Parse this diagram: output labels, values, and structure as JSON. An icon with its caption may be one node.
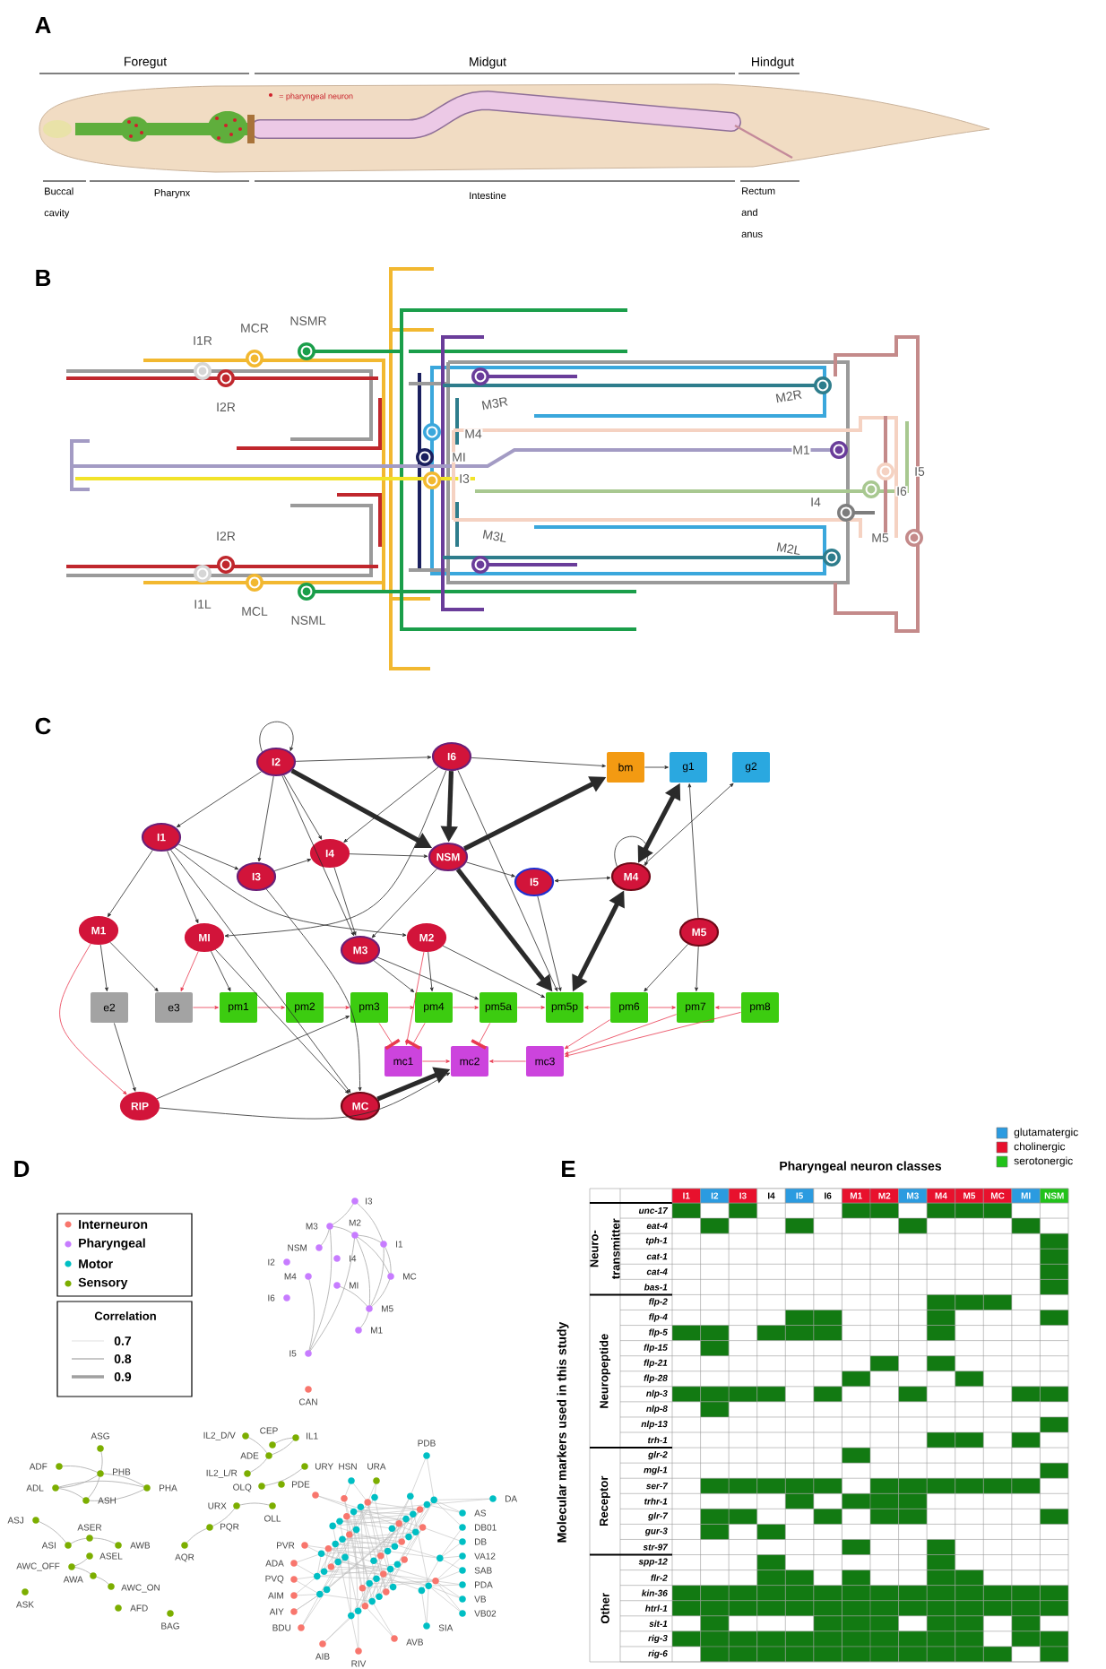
{
  "diagram": {
    "nodes": [
      {
        "text": [
          "I2"
        ]
      },
      {
        "text": [
          "I6"
        ]
      },
      {
        "text": [
          "bm"
        ]
      },
      {
        "text": [
          "g1"
        ]
      },
      {
        "text": [
          "g2"
        ]
      },
      {
        "text": [
          "I1"
        ]
      },
      {
        "text": [
          "I4"
        ]
      },
      {
        "text": [
          "NSM"
        ]
      },
      {
        "text": [
          "I3"
        ]
      },
      {
        "text": [
          "I5"
        ]
      },
      {
        "text": [
          "M4"
        ]
      },
      {
        "text": [
          "M1"
        ]
      },
      {
        "text": [
          "MI"
        ]
      },
      {
        "text": [
          "M3"
        ]
      },
      {
        "text": [
          "M2"
        ]
      },
      {
        "text": [
          "M5"
        ]
      },
      {
        "text": [
          "e2"
        ]
      },
      {
        "text": [
          "e3"
        ]
      },
      {
        "text": [
          "pm1"
        ]
      },
      {
        "text": [
          "pm2"
        ]
      },
      {
        "text": [
          "pm3"
        ]
      },
      {
        "text": [
          "pm4"
        ]
      },
      {
        "text": [
          "pm5a"
        ]
      },
      {
        "text": [
          "pm5p"
        ]
      },
      {
        "text": [
          "pm6"
        ]
      },
      {
        "text": [
          "pm7"
        ]
      },
      {
        "text": [
          "pm8"
        ]
      },
      {
        "text": [
          "mc1"
        ]
      },
      {
        "text": [
          "mc2"
        ]
      },
      {
        "text": [
          "mc3"
        ]
      },
      {
        "text": [
          "RIP"
        ]
      },
      {
        "text": [
          "MC"
        ]
      }
    ],
    "edges": [
      {
        "from": 0,
        "to": 0,
        "arrow": "to"
      },
      {
        "from": 0,
        "to": 7,
        "arrow": "to",
        "style": "thick"
      },
      {
        "from": 0,
        "to": 5,
        "arrow": "to"
      },
      {
        "from": 0,
        "to": 6,
        "arrow": "to"
      },
      {
        "from": 0,
        "to": 1,
        "arrow": "to"
      },
      {
        "from": 0,
        "to": 13,
        "arrow": "to"
      },
      {
        "from": 1,
        "to": 2,
        "arrow": "to"
      },
      {
        "from": 1,
        "to": 7,
        "arrow": "to",
        "style": "thick"
      },
      {
        "from": 1,
        "to": 12,
        "arrow": "to"
      },
      {
        "from": 7,
        "to": 2,
        "arrow": "to",
        "style": "thick"
      },
      {
        "from": 7,
        "to": 23,
        "arrow": "to",
        "style": "thick"
      },
      {
        "from": 10,
        "to": 3,
        "arrow": "both",
        "style": "thick"
      },
      {
        "from": 10,
        "to": 23,
        "arrow": "both",
        "style": "thick"
      },
      {
        "from": 10,
        "to": 10,
        "arrow": "to"
      },
      {
        "from": 5,
        "to": 8,
        "arrow": "to"
      },
      {
        "from": 5,
        "to": 11,
        "arrow": "to"
      },
      {
        "from": 5,
        "to": 12,
        "arrow": "to"
      },
      {
        "from": 5,
        "to": 31,
        "arrow": "to"
      },
      {
        "from": 5,
        "to": 14,
        "arrow": "to"
      },
      {
        "from": 6,
        "to": 13,
        "arrow": "to"
      },
      {
        "from": 6,
        "to": 7,
        "arrow": "to"
      },
      {
        "from": 8,
        "to": 6,
        "arrow": "to"
      },
      {
        "from": 8,
        "to": 31,
        "arrow": "to"
      },
      {
        "from": 7,
        "to": 13,
        "arrow": "to"
      },
      {
        "from": 7,
        "to": 9,
        "arrow": "to"
      },
      {
        "from": 9,
        "to": 10,
        "arrow": "both"
      },
      {
        "from": 9,
        "to": 23,
        "arrow": "to"
      },
      {
        "from": 15,
        "to": 3,
        "arrow": "to"
      },
      {
        "from": 15,
        "to": 24,
        "arrow": "to"
      },
      {
        "from": 15,
        "to": 25,
        "arrow": "to"
      },
      {
        "from": 2,
        "to": 3,
        "arrow": "to"
      },
      {
        "from": 11,
        "to": 16,
        "arrow": "to"
      },
      {
        "from": 11,
        "to": 17,
        "arrow": "to"
      },
      {
        "from": 12,
        "to": 17,
        "arrow": "to",
        "color": "#e8384f"
      },
      {
        "from": 12,
        "to": 18,
        "arrow": "to"
      },
      {
        "from": 13,
        "to": 21,
        "arrow": "to"
      },
      {
        "from": 13,
        "to": 22,
        "arrow": "to"
      },
      {
        "from": 14,
        "to": 21,
        "arrow": "to"
      },
      {
        "from": 14,
        "to": 23,
        "arrow": "to"
      },
      {
        "from": 16,
        "to": 30,
        "arrow": "to"
      },
      {
        "from": 11,
        "to": 30,
        "arrow": "to",
        "color": "#e8384f"
      },
      {
        "from": 30,
        "to": 20,
        "arrow": "to"
      },
      {
        "from": 30,
        "to": 28,
        "arrow": "to"
      },
      {
        "from": 31,
        "to": 28,
        "arrow": "to",
        "style": "thick"
      },
      {
        "from": 17,
        "to": 18,
        "arrow": "to",
        "color": "#e8384f"
      },
      {
        "from": 18,
        "to": 19,
        "arrow": "to",
        "color": "#e8384f"
      },
      {
        "from": 19,
        "to": 20,
        "arrow": "to",
        "color": "#e8384f"
      },
      {
        "from": 20,
        "to": 21,
        "arrow": "to",
        "color": "#e8384f"
      },
      {
        "from": 21,
        "to": 22,
        "arrow": "to",
        "color": "#e8384f"
      },
      {
        "from": 22,
        "to": 23,
        "arrow": "to",
        "color": "#e8384f"
      },
      {
        "from": 24,
        "to": 23,
        "arrow": "to",
        "color": "#e8384f"
      },
      {
        "from": 24,
        "to": 25,
        "arrow": "to",
        "color": "#e8384f"
      },
      {
        "from": 26,
        "to": 25,
        "arrow": "to",
        "color": "#e8384f"
      },
      {
        "from": 20,
        "to": 27,
        "arrow": "other",
        "color": "#e8384f"
      },
      {
        "from": 21,
        "to": 27,
        "arrow": "other",
        "color": "#e8384f"
      },
      {
        "from": 22,
        "to": 28,
        "arrow": "other",
        "color": "#e8384f"
      },
      {
        "from": 27,
        "to": 28,
        "arrow": "to",
        "color": "#e8384f"
      },
      {
        "from": 29,
        "to": 28,
        "arrow": "to",
        "color": "#e8384f"
      },
      {
        "from": 24,
        "to": 29,
        "arrow": "to",
        "color": "#e8384f"
      },
      {
        "from": 25,
        "to": 29,
        "arrow": "to",
        "color": "#e8384f"
      },
      {
        "from": 26,
        "to": 29,
        "arrow": "to",
        "color": "#e8384f"
      },
      {
        "from": 10,
        "to": 4,
        "arrow": "to"
      },
      {
        "from": 14,
        "to": 27,
        "arrow": "to",
        "color": "#e8384f"
      },
      {
        "from": 12,
        "to": 31,
        "arrow": "to"
      },
      {
        "from": 1,
        "to": 23,
        "arrow": "to"
      },
      {
        "from": 0,
        "to": 8,
        "arrow": "to"
      },
      {
        "from": 1,
        "to": 6,
        "arrow": "to"
      }
    ],
    "labels": [
      "A",
      "Foregut",
      "Midgut",
      "Hindgut",
      "= pharyngeal neuron",
      "Buccal cavity",
      "Pharynx",
      "Intestine",
      "Rectum and anus",
      "B",
      "I1R",
      "MCR",
      "NSMR",
      "I2R",
      "M3R",
      "M2R",
      "M4",
      "MI",
      "M1",
      "I3",
      "I5",
      "I6",
      "I4",
      "I2R",
      "M3L",
      "M2L",
      "M5",
      "I1L",
      "MCL",
      "NSML",
      "C",
      "D",
      "Correlation",
      "I3",
      "M3",
      "NSM",
      "M2",
      "I1",
      "I2",
      "I4",
      "M4",
      "MC",
      "MI",
      "I6",
      "M5",
      "M1",
      "I5",
      "CAN",
      "ASG",
      "ADF",
      "PHB",
      "ADL",
      "PHA",
      "ASH",
      "ASJ",
      "ASI",
      "ASER",
      "ASEL",
      "AWB",
      "AWC_OFF",
      "AWA",
      "AWC_ON",
      "ASK",
      "AFD",
      "BAG",
      "IL2_D/V",
      "CEP",
      "IL1",
      "ADE",
      "URY",
      "IL2_L/R",
      "OLQ",
      "PDE",
      "URX",
      "AQR",
      "PQR",
      "OLL",
      "HSN",
      "URA",
      "PDB",
      "DA",
      "AS",
      "DB01",
      "DB",
      "VA12",
      "SAB",
      "PDA",
      "VB",
      "VB02",
      "SIA",
      "AVB",
      "RIV",
      "AIB",
      "BDU",
      "AIY",
      "AIM",
      "PVQ",
      "ADA",
      "PVR",
      "E",
      "Pharyngeal neuron classes",
      "Molecular markers used in this study",
      "I1",
      "I2",
      "I3",
      "I4",
      "I5",
      "I6",
      "M1",
      "M2",
      "M3",
      "M4",
      "M5",
      "MC",
      "MI",
      "NSM",
      "Neuro-transmitter",
      "unc-17",
      "eat-4",
      "tph-1",
      "cat-1",
      "cat-4",
      "bas-1",
      "Neuropeptide",
      "flp-2",
      "flp-4",
      "flp-5",
      "flp-15",
      "flp-21",
      "flp-28",
      "nlp-3",
      "nlp-8",
      "nlp-13",
      "trh-1",
      "Receptor",
      "glr-2",
      "mgl-1",
      "ser-7",
      "trhr-1",
      "glr-7",
      "gur-3",
      "str-97",
      "Other",
      "spp-12",
      "flr-2",
      "kin-36",
      "htrl-1",
      "sit-1",
      "rig-3",
      "rig-6"
    ],
    "legend": [
      {
        "text": "Interneuron",
        "color": "#f8766d"
      },
      {
        "text": "Pharyngeal",
        "color": "#c77cff"
      },
      {
        "text": "Motor",
        "color": "#00bfc4"
      },
      {
        "text": "Sensory",
        "color": "#7cae00"
      },
      {
        "text": "0.7"
      },
      {
        "text": "0.8"
      },
      {
        "text": "0.9"
      },
      {
        "text": "glutamatergic",
        "color": "#2b9be0"
      },
      {
        "text": "cholinergic",
        "color": "#e8112d"
      },
      {
        "text": "serotonergic",
        "color": "#21c21a"
      }
    ]
  }
}
